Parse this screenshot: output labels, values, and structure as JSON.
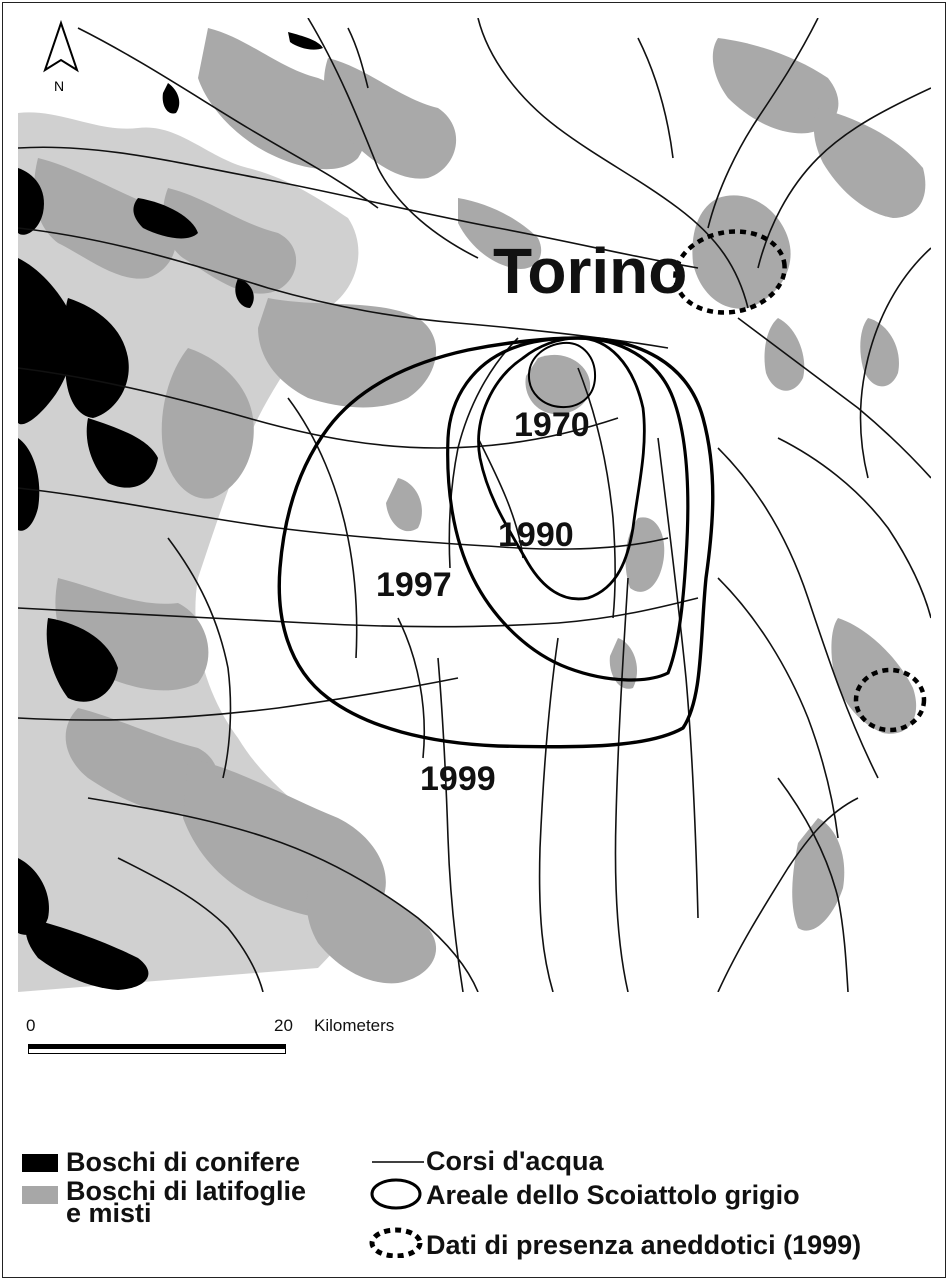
{
  "map": {
    "north_label": "N",
    "city_label": "Torino",
    "range_years": [
      "1970",
      "1990",
      "1997",
      "1999"
    ]
  },
  "scale": {
    "start": "0",
    "end": "20",
    "unit": "Kilometers"
  },
  "legend": {
    "conifer": "Boschi di conifere",
    "broadleaf_line1": "Boschi di latifoglie",
    "broadleaf_line2": "e misti",
    "rivers": "Corsi d'acqua",
    "range": "Areale dello Scoiattolo grigio",
    "anecdotal": "Dati di presenza aneddotici (1999)"
  },
  "colors": {
    "conifer": "#000000",
    "broadleaf": "#a7a7a7",
    "rivers": "#111111",
    "range_outline": "#000000"
  }
}
